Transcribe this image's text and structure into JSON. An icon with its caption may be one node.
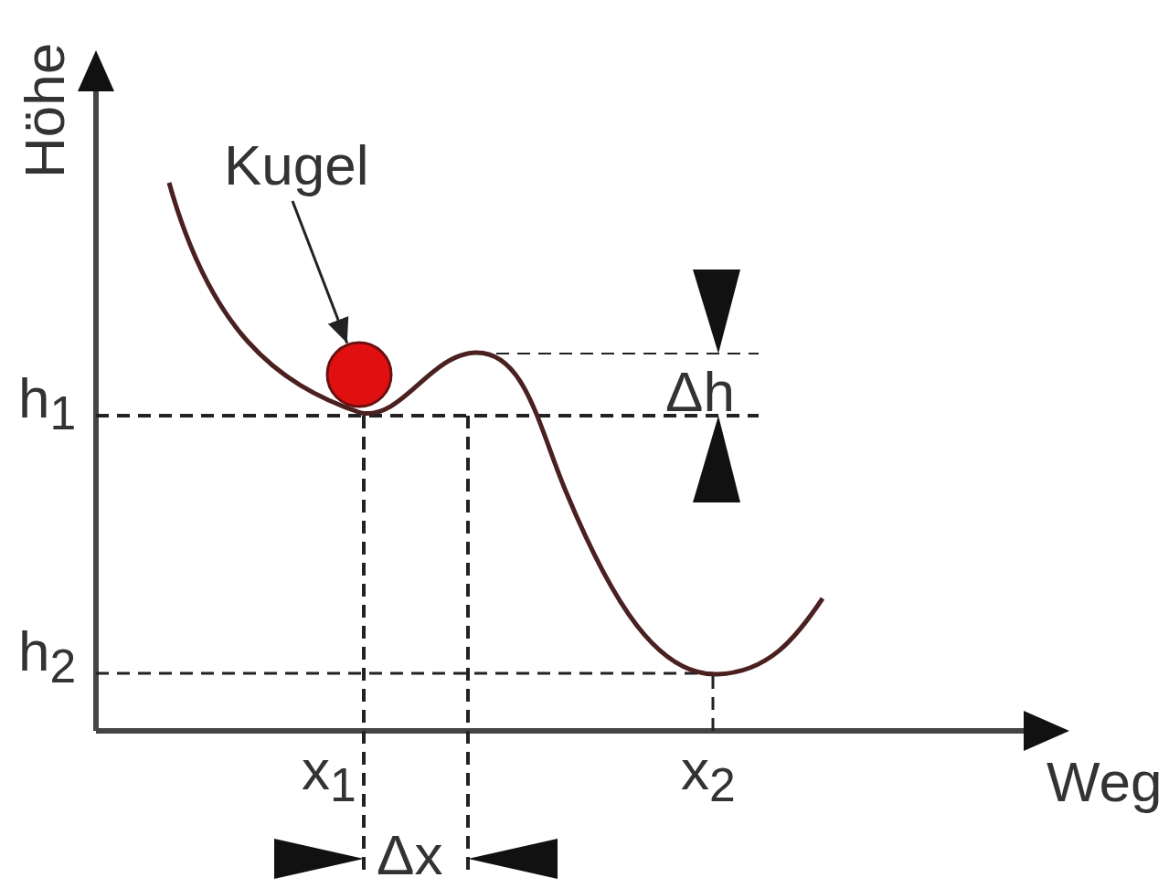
{
  "diagram": {
    "nodes": [
      {
        "text": [
          "Kugel"
        ]
      },
      {
        "text": [],
        "shape": "circle"
      }
    ],
    "edges": [
      {
        "from": 0,
        "to": 1,
        "arrow": "to"
      }
    ],
    "labels": [
      "Höhe",
      "h$_{1}$",
      "Δh",
      "h$_{2}$",
      "x$_{1}$",
      "x$_{2}$",
      "Weg",
      "Δx"
    ]
  }
}
